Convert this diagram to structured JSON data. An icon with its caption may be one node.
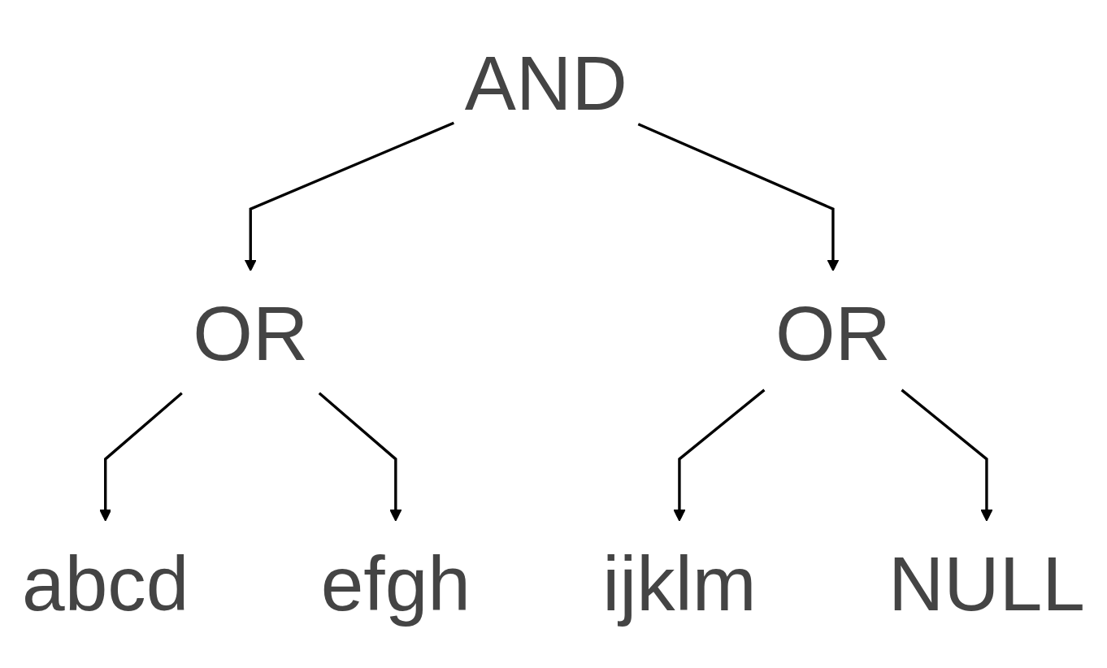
{
  "diagram": {
    "nodes": [
      {
        "text": [
          "AND"
        ]
      },
      {
        "text": [
          "OR"
        ]
      },
      {
        "text": [
          "OR"
        ]
      },
      {
        "text": [
          "abcd"
        ]
      },
      {
        "text": [
          "efgh"
        ]
      },
      {
        "text": [
          "ijklm"
        ]
      },
      {
        "text": [
          "NULL"
        ]
      }
    ],
    "edges": [
      {
        "from": 0,
        "to": 1,
        "arrow": "to"
      },
      {
        "from": 0,
        "to": 2,
        "arrow": "to"
      },
      {
        "from": 1,
        "to": 3,
        "arrow": "to"
      },
      {
        "from": 1,
        "to": 4,
        "arrow": "to"
      },
      {
        "from": 2,
        "to": 5,
        "arrow": "to"
      },
      {
        "from": 2,
        "to": 6,
        "arrow": "to"
      }
    ]
  }
}
